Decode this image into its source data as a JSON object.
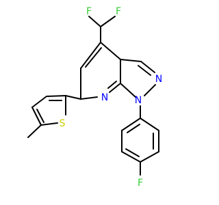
{
  "molecule": {
    "atoms": {
      "f_chf2_left": "F",
      "f_chf2_right": "F",
      "n_pyridine": "N",
      "n1_pyrazole": "N",
      "n2_pyrazole": "N",
      "s_thiophene": "S",
      "f_para": "F"
    }
  },
  "colors": {
    "bond": "#000000",
    "nitrogen": "#0000ff",
    "fluorine": "#33cc33",
    "sulfur": "#cccc00",
    "background": "#ffffff"
  }
}
